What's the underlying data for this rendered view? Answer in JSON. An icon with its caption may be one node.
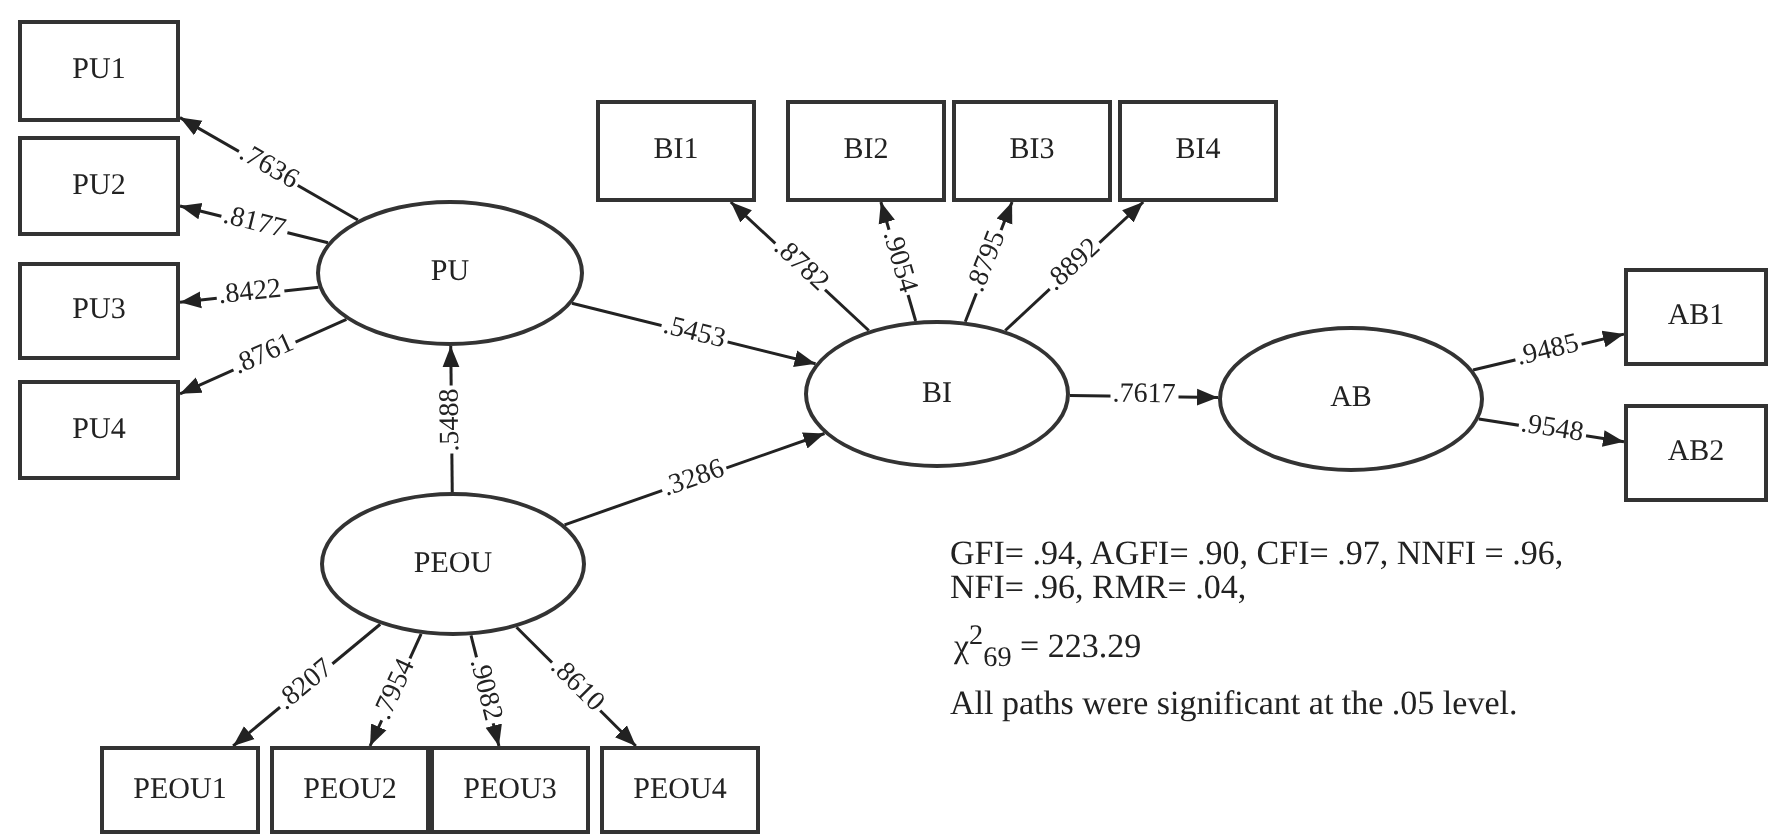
{
  "diagram": {
    "nodes": [
      {
        "text": [
          "PU1"
        ]
      },
      {
        "text": [
          "PU2"
        ]
      },
      {
        "text": [
          "PU3"
        ]
      },
      {
        "text": [
          "PU4"
        ]
      },
      {
        "text": [
          "PU"
        ]
      },
      {
        "text": [
          "BI1"
        ]
      },
      {
        "text": [
          "BI2"
        ]
      },
      {
        "text": [
          "BI3"
        ]
      },
      {
        "text": [
          "BI4"
        ]
      },
      {
        "text": [
          "BI"
        ]
      },
      {
        "text": [
          "AB"
        ]
      },
      {
        "text": [
          "AB1"
        ]
      },
      {
        "text": [
          "AB2"
        ]
      },
      {
        "text": [
          "PEOU"
        ]
      },
      {
        "text": [
          "PEOU1"
        ]
      },
      {
        "text": [
          "PEOU2"
        ]
      },
      {
        "text": [
          "PEOU3"
        ]
      },
      {
        "text": [
          "PEOU4"
        ]
      }
    ],
    "edges": [
      {
        "from": 4,
        "to": 0,
        "arrow": "to",
        "label": ".7636"
      },
      {
        "from": 4,
        "to": 1,
        "arrow": "to",
        "label": ".8177"
      },
      {
        "from": 4,
        "to": 2,
        "arrow": "to",
        "label": ".8422"
      },
      {
        "from": 4,
        "to": 3,
        "arrow": "to",
        "label": ".8761"
      },
      {
        "from": 4,
        "to": 9,
        "arrow": "to",
        "label": ".5453"
      },
      {
        "from": 13,
        "to": 4,
        "arrow": "to",
        "label": ".5488"
      },
      {
        "from": 13,
        "to": 9,
        "arrow": "to",
        "label": ".3286"
      },
      {
        "from": 9,
        "to": 5,
        "arrow": "to",
        "label": ".8782"
      },
      {
        "from": 9,
        "to": 6,
        "arrow": "to",
        "label": ".9054"
      },
      {
        "from": 9,
        "to": 7,
        "arrow": "to",
        "label": ".8795"
      },
      {
        "from": 9,
        "to": 8,
        "arrow": "to",
        "label": ".8892"
      },
      {
        "from": 9,
        "to": 10,
        "arrow": "to",
        "label": ".7617"
      },
      {
        "from": 10,
        "to": 11,
        "arrow": "to",
        "label": ".9485"
      },
      {
        "from": 10,
        "to": 12,
        "arrow": "to",
        "label": ".9548"
      },
      {
        "from": 13,
        "to": 14,
        "arrow": "to",
        "label": ".8207"
      },
      {
        "from": 13,
        "to": 15,
        "arrow": "to",
        "label": ".7954"
      },
      {
        "from": 13,
        "to": 16,
        "arrow": "to",
        "label": ".9082"
      },
      {
        "from": 13,
        "to": 17,
        "arrow": "to",
        "label": ".8610"
      }
    ],
    "labels": [
      "GFI= .94, AGFI= .90, CFI= .97, NNFI = .96, NFI= .96, RMR= .04,",
      "χ$^{2}$$_{69}$ = 223.29",
      "All paths were significant at the .05 level."
    ]
  }
}
